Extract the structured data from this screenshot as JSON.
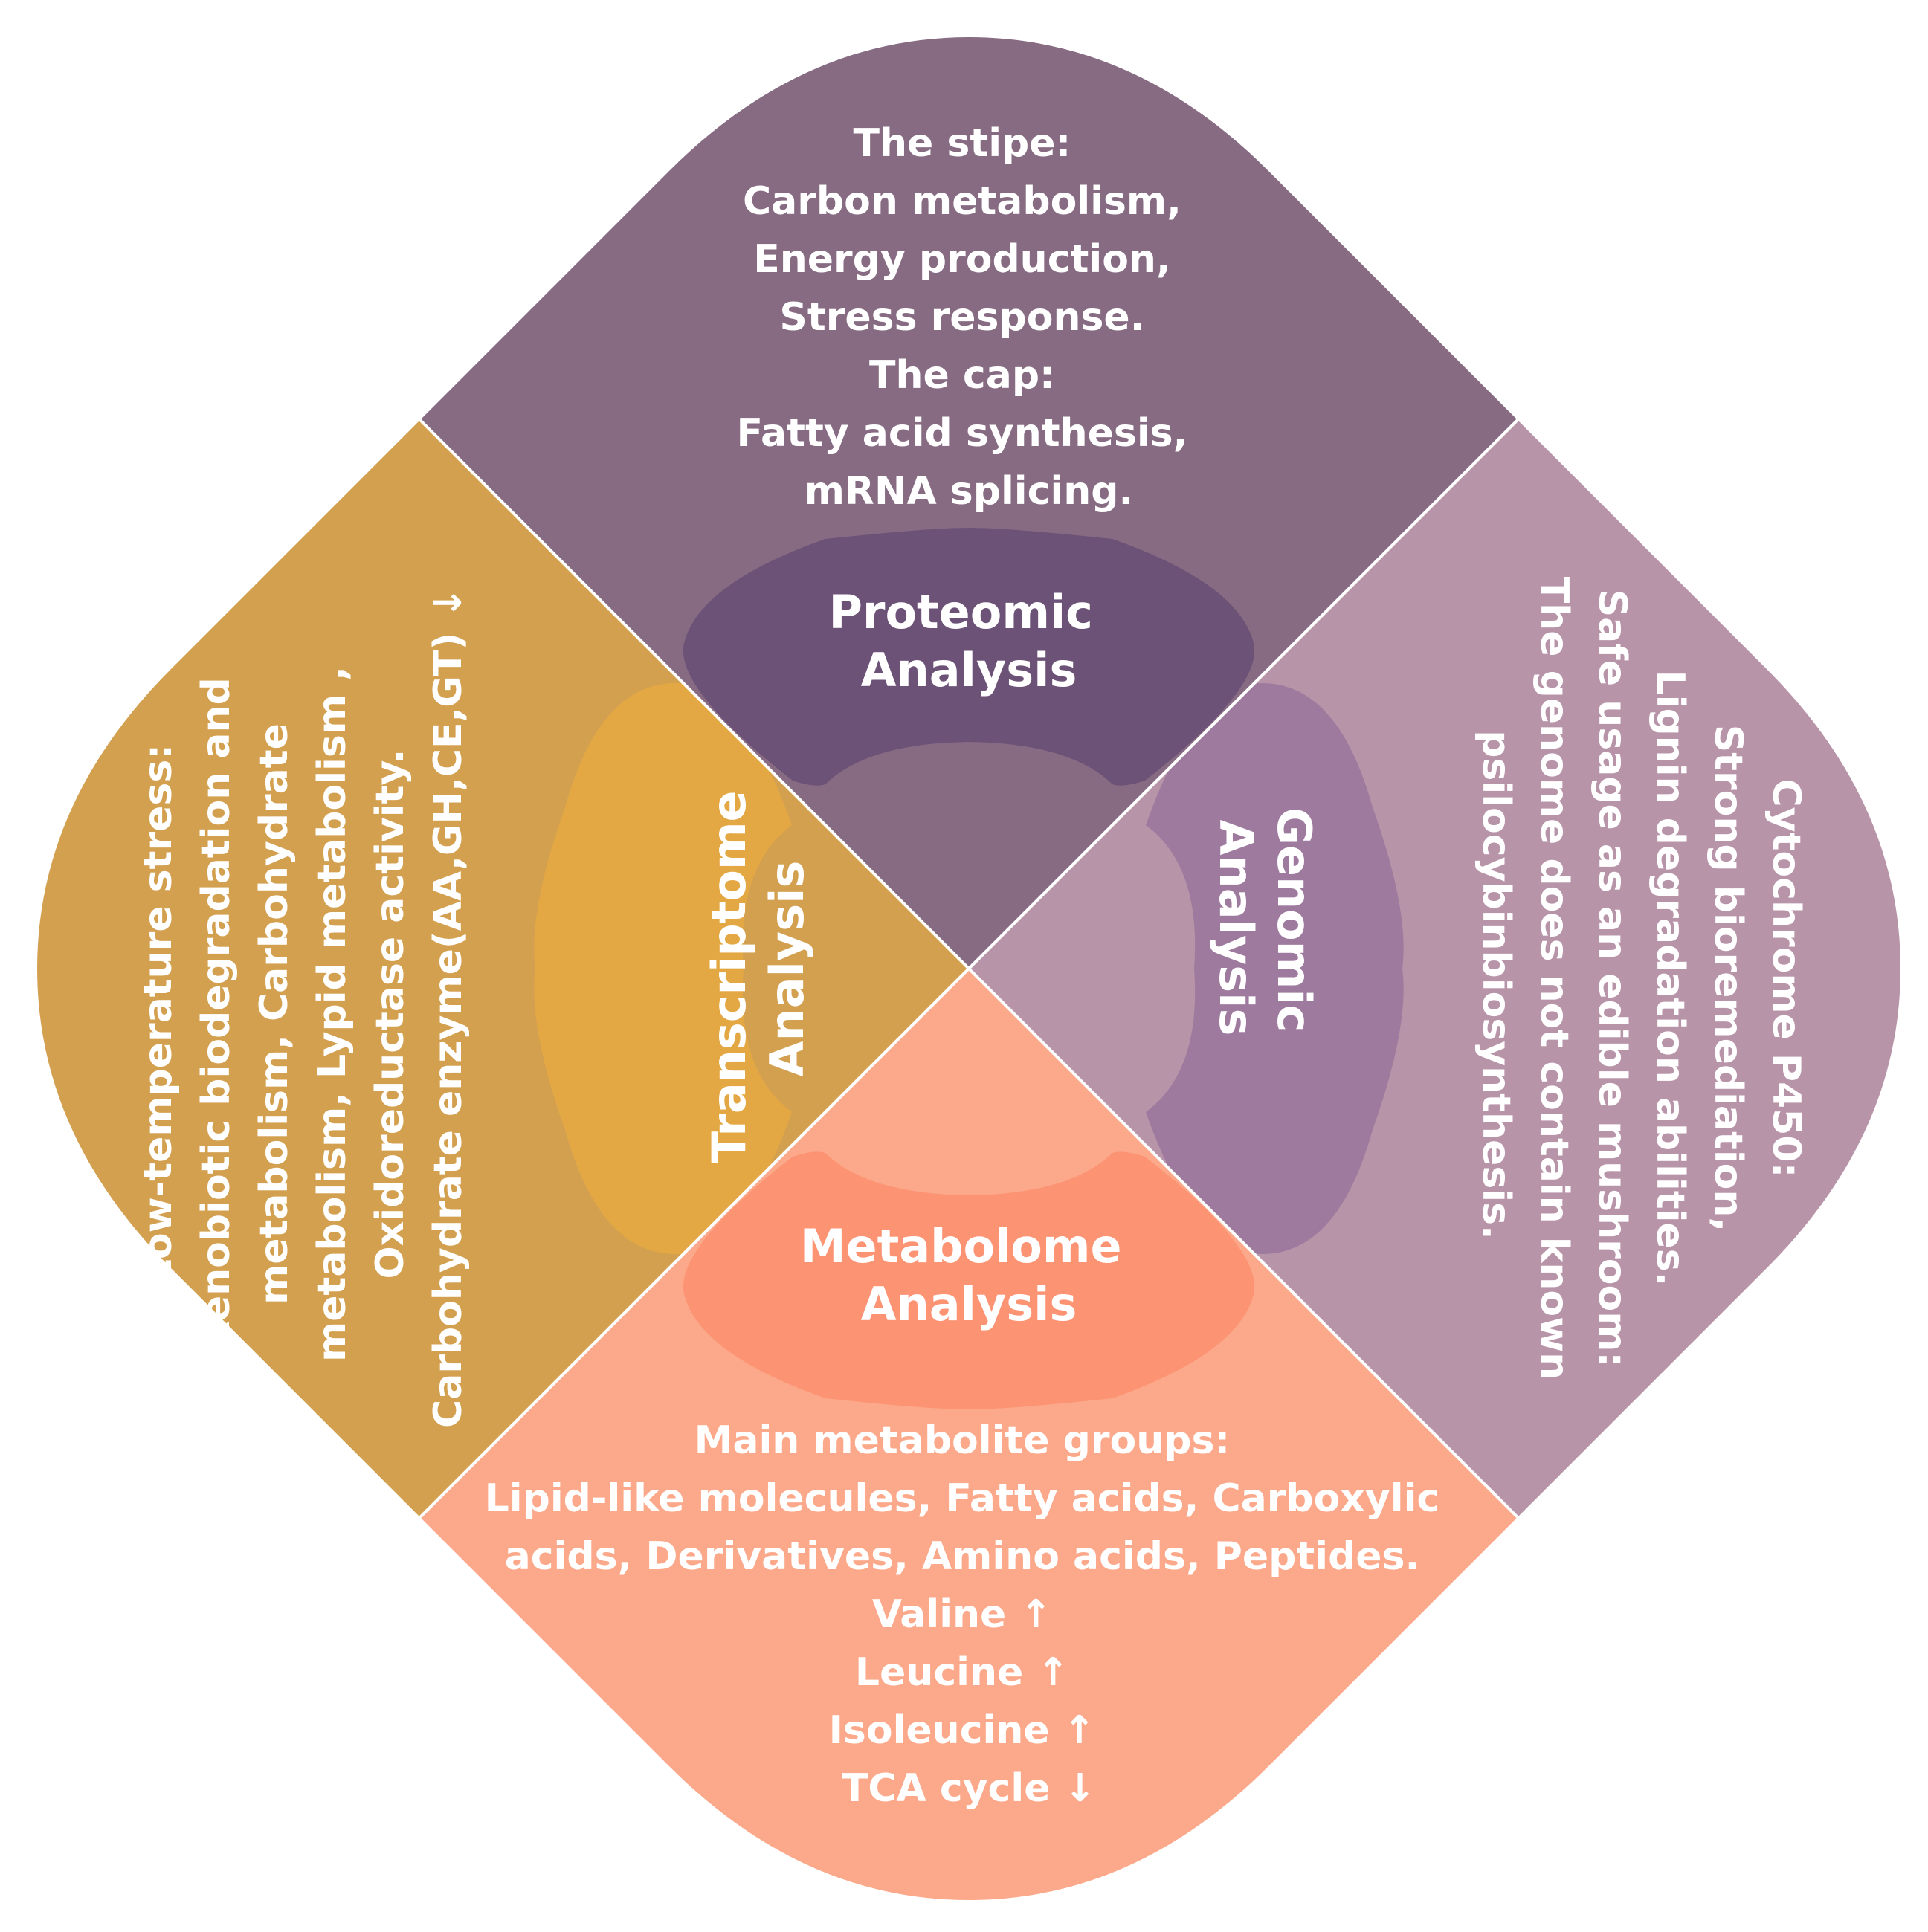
{
  "colors": {
    "proteomic": "#866B82",
    "proteomic_hub": "#6C5277",
    "genomic": "#B894A9",
    "genomic_hub": "#9E7A9E",
    "transcriptome": "#D3A050",
    "transcriptome_hub": "#E3A843",
    "metabolome": "#FBA98A",
    "metabolome_hub": "#FC9474",
    "text": "#FFFFFF"
  },
  "proteomic": {
    "hub": [
      "Proteomic",
      "Analysis"
    ],
    "lines": [
      "The stipe:",
      "Carbon metabolism,",
      "Energy production,",
      "Stress response.",
      "The cap:",
      "Fatty acid synthesis,",
      "mRNA splicing."
    ]
  },
  "genomic": {
    "hub": [
      "Genomic",
      "Analysis"
    ],
    "lines": [
      "Cytochrome P450:",
      "Strong bioremediation,",
      "Lignin degradation abilities.",
      "Safe usage as an edible mushroom:",
      "The genome does not contain known",
      "psilocybinbiosynthesis."
    ]
  },
  "transcriptome": {
    "hub": [
      "Transcriptome",
      "Analysis"
    ],
    "lines": [
      "Low-temperature stress:",
      "Xenobiotic biodegradation and",
      "metabolism, Carbohydrate",
      "metabolism, Lypid metabolism ,",
      "Oxidoreductase activity.",
      "Carbohydrate enzyme(AA,GH,CE,GT) ↓"
    ]
  },
  "metabolome": {
    "hub": [
      "Metabolome",
      "Analysis"
    ],
    "lines": [
      "Main metabolite groups:",
      "Lipid-like molecules, Fatty acids, Carboxylic",
      "acids, Derivatives, Amino acids, Peptides.",
      "Valine ↑",
      "Leucine ↑",
      "Isoleucine  ↑",
      "TCA cycle ↓"
    ]
  }
}
